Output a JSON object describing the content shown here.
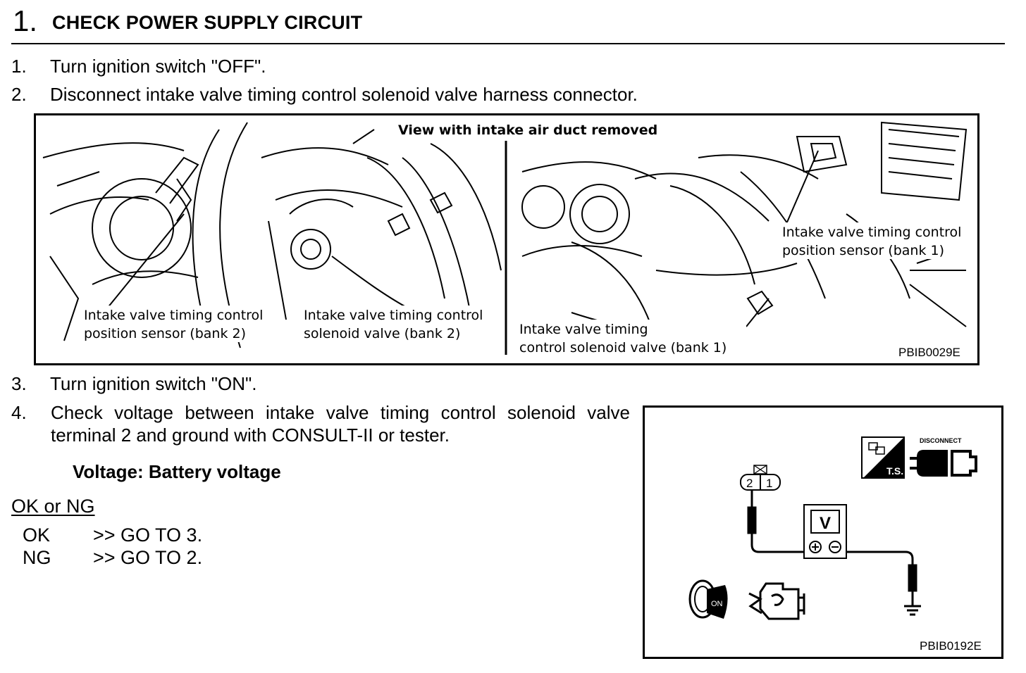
{
  "header": {
    "step_number": "1.",
    "title": "CHECK POWER SUPPLY CIRCUIT"
  },
  "steps": [
    {
      "num": "1.",
      "text": "Turn ignition switch \"OFF\"."
    },
    {
      "num": "2.",
      "text": "Disconnect intake valve timing control solenoid valve harness connector."
    },
    {
      "num": "3.",
      "text": "Turn ignition switch \"ON\"."
    },
    {
      "num": "4.",
      "text": "Check voltage between intake valve timing control solenoid valve terminal 2 and ground with CONSULT-II or tester."
    }
  ],
  "figure1": {
    "title": "View with intake air duct removed",
    "label_sensor_bank2_line1": "Intake valve timing control",
    "label_sensor_bank2_line2": "position sensor (bank 2)",
    "label_solenoid_bank2_line1": "Intake valve timing control",
    "label_solenoid_bank2_line2": "solenoid valve (bank 2)",
    "label_solenoid_bank1_line1": "Intake valve timing",
    "label_solenoid_bank1_line2": "control solenoid valve (bank 1)",
    "label_sensor_bank1_line1": "Intake valve timing control",
    "label_sensor_bank1_line2": "position sensor (bank 1)",
    "code": "PBIB0029E"
  },
  "figure2": {
    "connector_pin_2": "2",
    "connector_pin_1": "1",
    "meter_label": "V",
    "ts_label": "T.S.",
    "disconnect_label": "DISCONNECT",
    "ignition_label": "ON",
    "code": "PBIB0192E"
  },
  "spec": "Voltage: Battery voltage",
  "result": {
    "heading": "OK or NG",
    "ok_key": "OK",
    "ok_value": ">> GO TO 3.",
    "ng_key": "NG",
    "ng_value": ">> GO TO 2."
  }
}
